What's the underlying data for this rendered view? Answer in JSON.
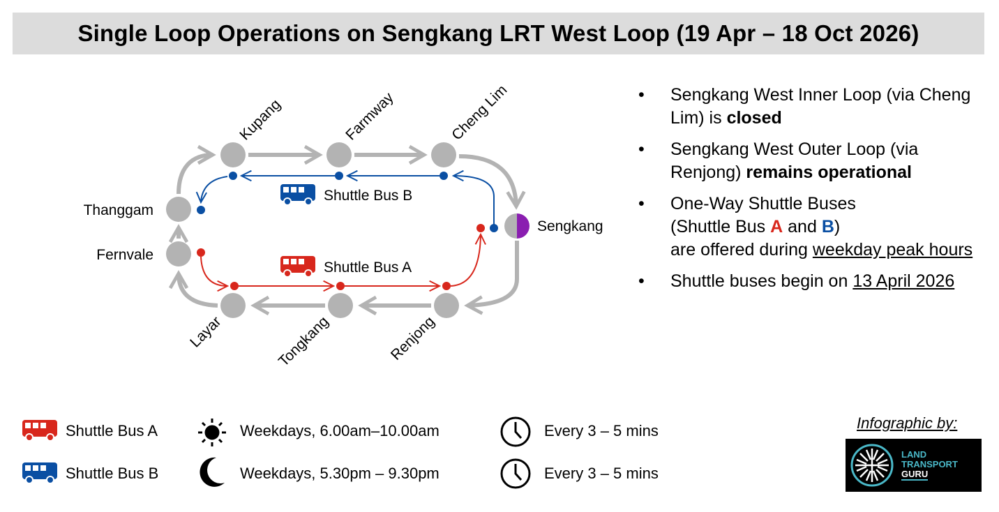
{
  "title": "Single Loop Operations on Sengkang LRT West Loop (19 Apr – 18 Oct 2026)",
  "colors": {
    "loop": "#b3b3b3",
    "bus_a": "#d8271c",
    "bus_b": "#0a4fa3",
    "sengkang": "#8a1eb0",
    "logo_accent": "#4ab8c8"
  },
  "stations": {
    "kupang": "Kupang",
    "farmway": "Farmway",
    "cheng_lim": "Cheng Lim",
    "sengkang": "Sengkang",
    "renjong": "Renjong",
    "tongkang": "Tongkang",
    "layar": "Layar",
    "fernvale": "Fernvale",
    "thanggam": "Thanggam"
  },
  "diagram": {
    "bus_b_label": "Shuttle Bus B",
    "bus_a_label": "Shuttle Bus A"
  },
  "bullets": [
    {
      "pre": "Sengkang West Inner Loop (via Cheng Lim) is ",
      "bold": "closed"
    },
    {
      "pre": "Sengkang West Outer Loop (via Renjong) ",
      "bold": "remains operational"
    },
    {
      "line1": "One-Way Shuttle Buses",
      "line2_pre": "(Shuttle Bus ",
      "a": "A",
      "and": " and ",
      "b": "B",
      "close": ")",
      "line3_pre": "are offered during ",
      "underlined": "weekday peak hours"
    },
    {
      "pre": "Shuttle buses begin on ",
      "underlined": "13 April 2026"
    }
  ],
  "legend": {
    "bus_a": "Shuttle Bus A",
    "bus_b": "Shuttle Bus B",
    "am_time": "Weekdays, 6.00am–10.00am",
    "pm_time": "Weekdays, 5.30pm – 9.30pm",
    "am_freq": "Every 3 – 5 mins",
    "pm_freq": "Every 3 – 5 mins"
  },
  "credit": {
    "label": "Infographic by:",
    "logo_line1": "LAND",
    "logo_line2": "TRANSPORT",
    "logo_line3": "GURU"
  }
}
